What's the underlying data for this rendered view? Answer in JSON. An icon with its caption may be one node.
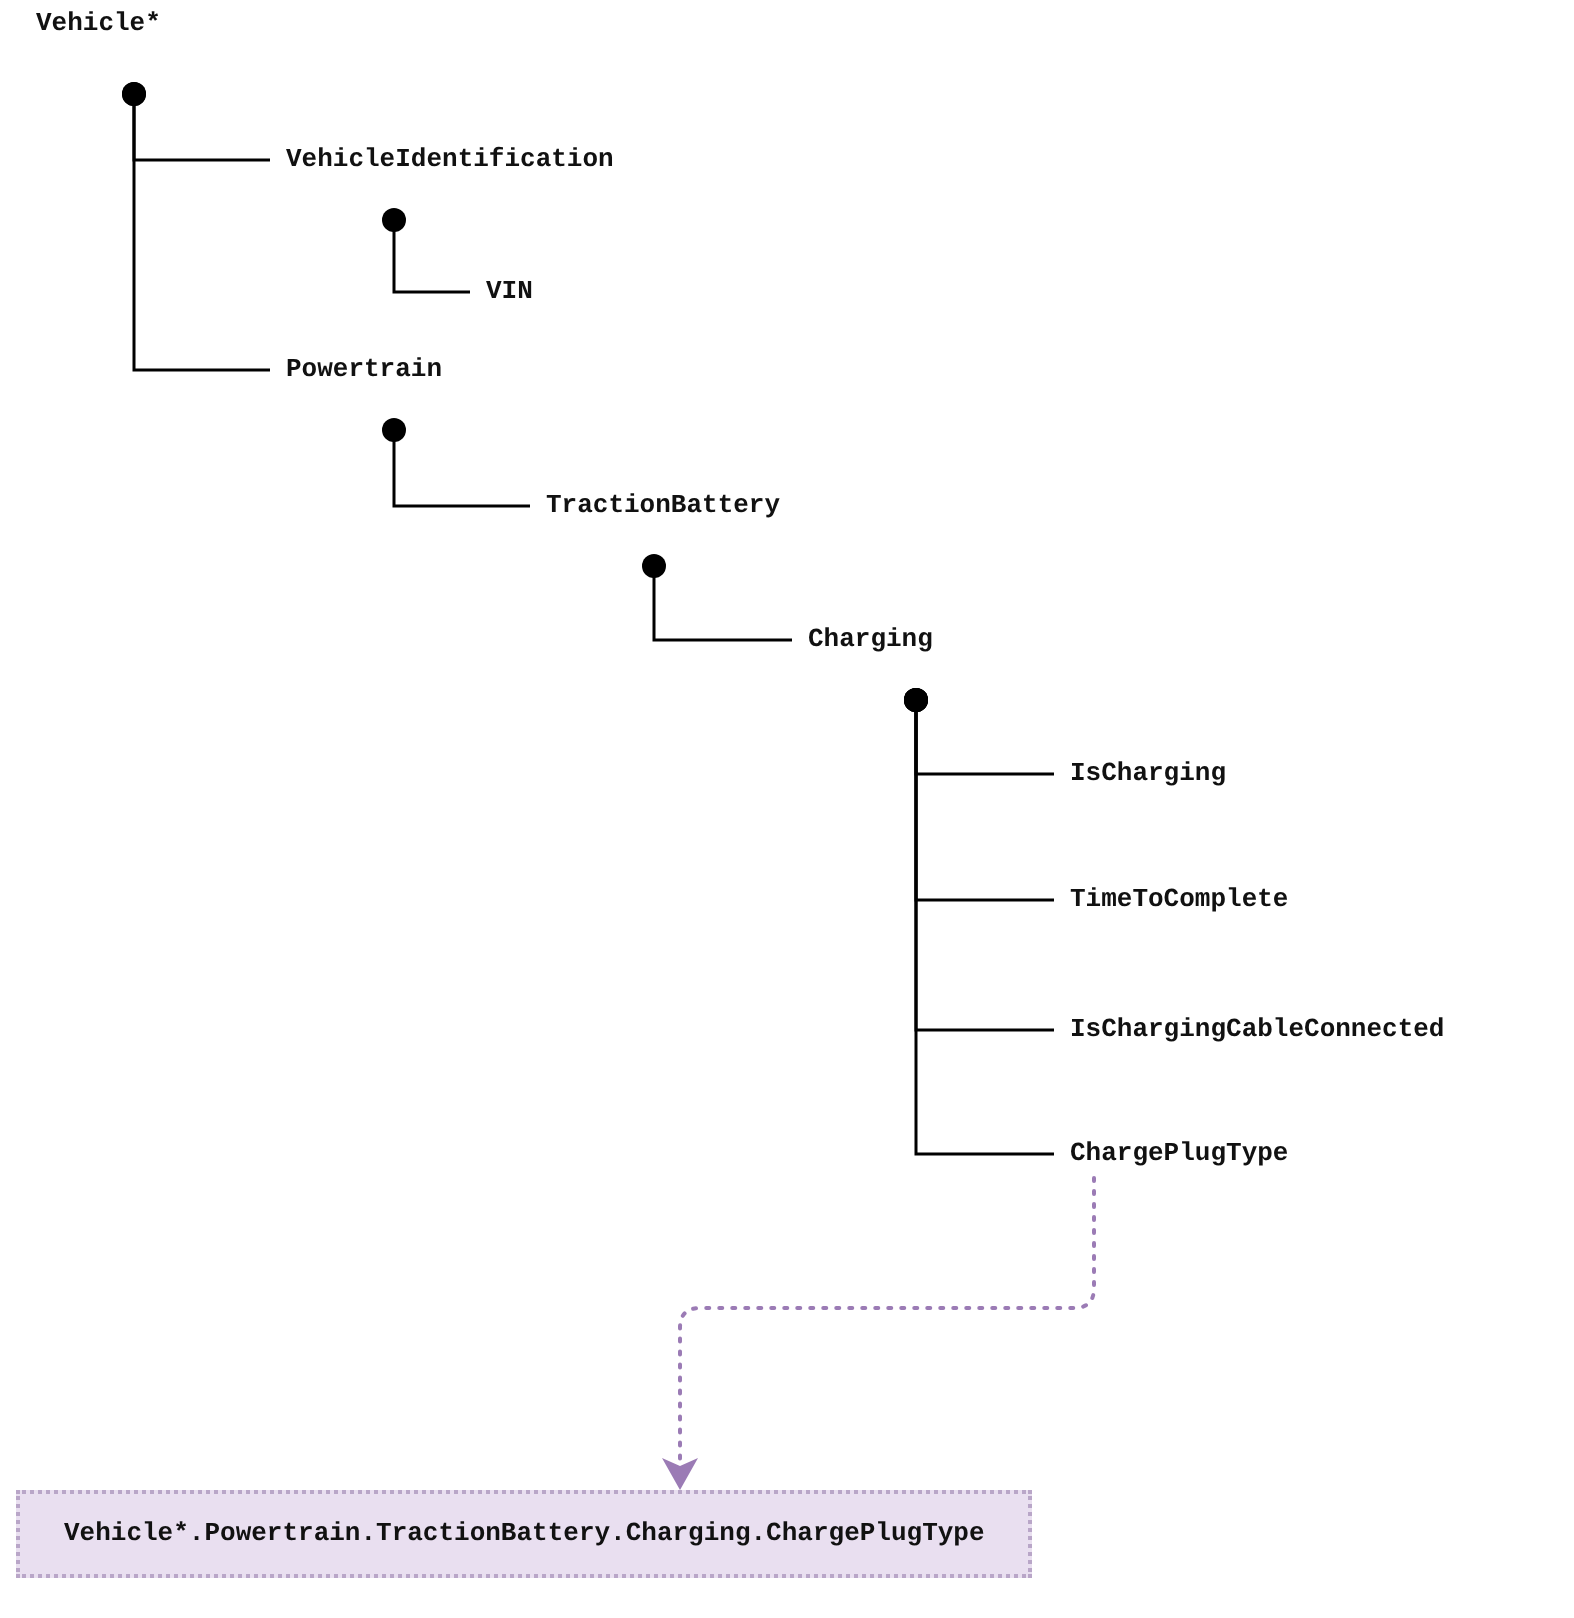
{
  "diagram": {
    "nodes": [
      {
        "text": [
          "Vehicle*"
        ]
      },
      {
        "text": [
          "VehicleIdentification"
        ]
      },
      {
        "text": [
          "VIN"
        ]
      },
      {
        "text": [
          "Powertrain"
        ]
      },
      {
        "text": [
          "TractionBattery"
        ]
      },
      {
        "text": [
          "Charging"
        ]
      },
      {
        "text": [
          "IsCharging"
        ]
      },
      {
        "text": [
          "TimeToComplete"
        ]
      },
      {
        "text": [
          "IsChargingCableConnected"
        ]
      },
      {
        "text": [
          "ChargePlugType"
        ]
      },
      {
        "text": [
          "Vehicle*.Powertrain.TractionBattery.Charging.ChargePlugType"
        ]
      }
    ],
    "edges": [
      {
        "from": 0,
        "to": 1,
        "arrow": "other"
      },
      {
        "from": 0,
        "to": 3,
        "arrow": "other"
      },
      {
        "from": 1,
        "to": 2,
        "arrow": "other"
      },
      {
        "from": 3,
        "to": 4,
        "arrow": "other"
      },
      {
        "from": 4,
        "to": 5,
        "arrow": "other"
      },
      {
        "from": 5,
        "to": 6,
        "arrow": "other"
      },
      {
        "from": 5,
        "to": 7,
        "arrow": "other"
      },
      {
        "from": 5,
        "to": 8,
        "arrow": "other"
      },
      {
        "from": 5,
        "to": 9,
        "arrow": "other"
      },
      {
        "from": 9,
        "to": 10,
        "arrow": "to",
        "style": "dashed",
        "color": "#9b7bb5"
      }
    ]
  }
}
